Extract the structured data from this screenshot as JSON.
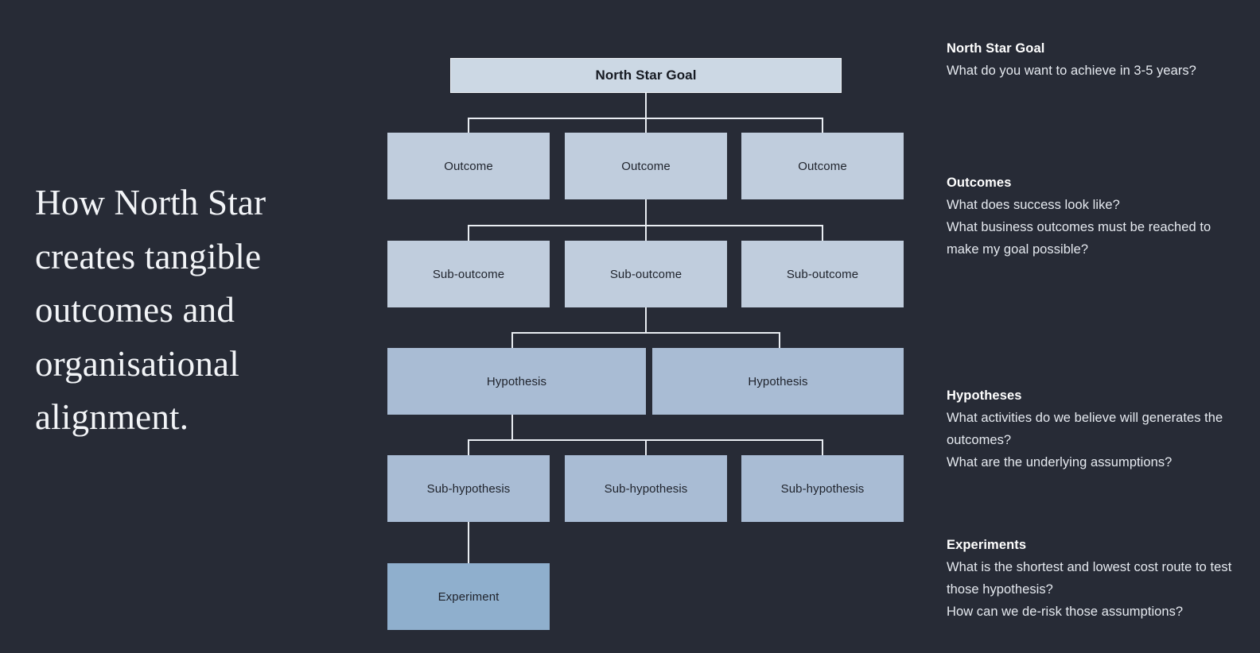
{
  "headline": "How North Star creates tangible outcomes and organisational alignment.",
  "colors": {
    "background": "#272b36",
    "root_fill": "#ccd8e4",
    "outcome_fill": "#c0cddd",
    "hypothesis_fill": "#a9bcd4",
    "experiment_fill": "#8fafcd",
    "connector": "#e9edf2",
    "headline_text": "#f2f4f7"
  },
  "diagram": {
    "root": {
      "label": "North Star Goal"
    },
    "outcomes": [
      {
        "label": "Outcome"
      },
      {
        "label": "Outcome"
      },
      {
        "label": "Outcome"
      }
    ],
    "sub_outcomes": [
      {
        "label": "Sub-outcome"
      },
      {
        "label": "Sub-outcome"
      },
      {
        "label": "Sub-outcome"
      }
    ],
    "hypotheses": [
      {
        "label": "Hypothesis"
      },
      {
        "label": "Hypothesis"
      }
    ],
    "sub_hypotheses": [
      {
        "label": "Sub-hypothesis"
      },
      {
        "label": "Sub-hypothesis"
      },
      {
        "label": "Sub-hypothesis"
      }
    ],
    "experiments": [
      {
        "label": "Experiment"
      }
    ]
  },
  "legend": {
    "goal": {
      "title": "North Star Goal",
      "lines": [
        "What do you want to achieve in 3-5 years?"
      ]
    },
    "outcomes": {
      "title": "Outcomes",
      "lines": [
        "What does success look like?",
        "What business outcomes must be reached to make my goal possible?"
      ]
    },
    "hypotheses": {
      "title": "Hypotheses",
      "lines": [
        "What activities do we believe will generates the outcomes?",
        "What are the underlying assumptions?"
      ]
    },
    "experiments": {
      "title": "Experiments",
      "lines": [
        "What is the shortest and lowest cost route to test those hypothesis?",
        "How can we de-risk those assumptions?"
      ]
    }
  }
}
